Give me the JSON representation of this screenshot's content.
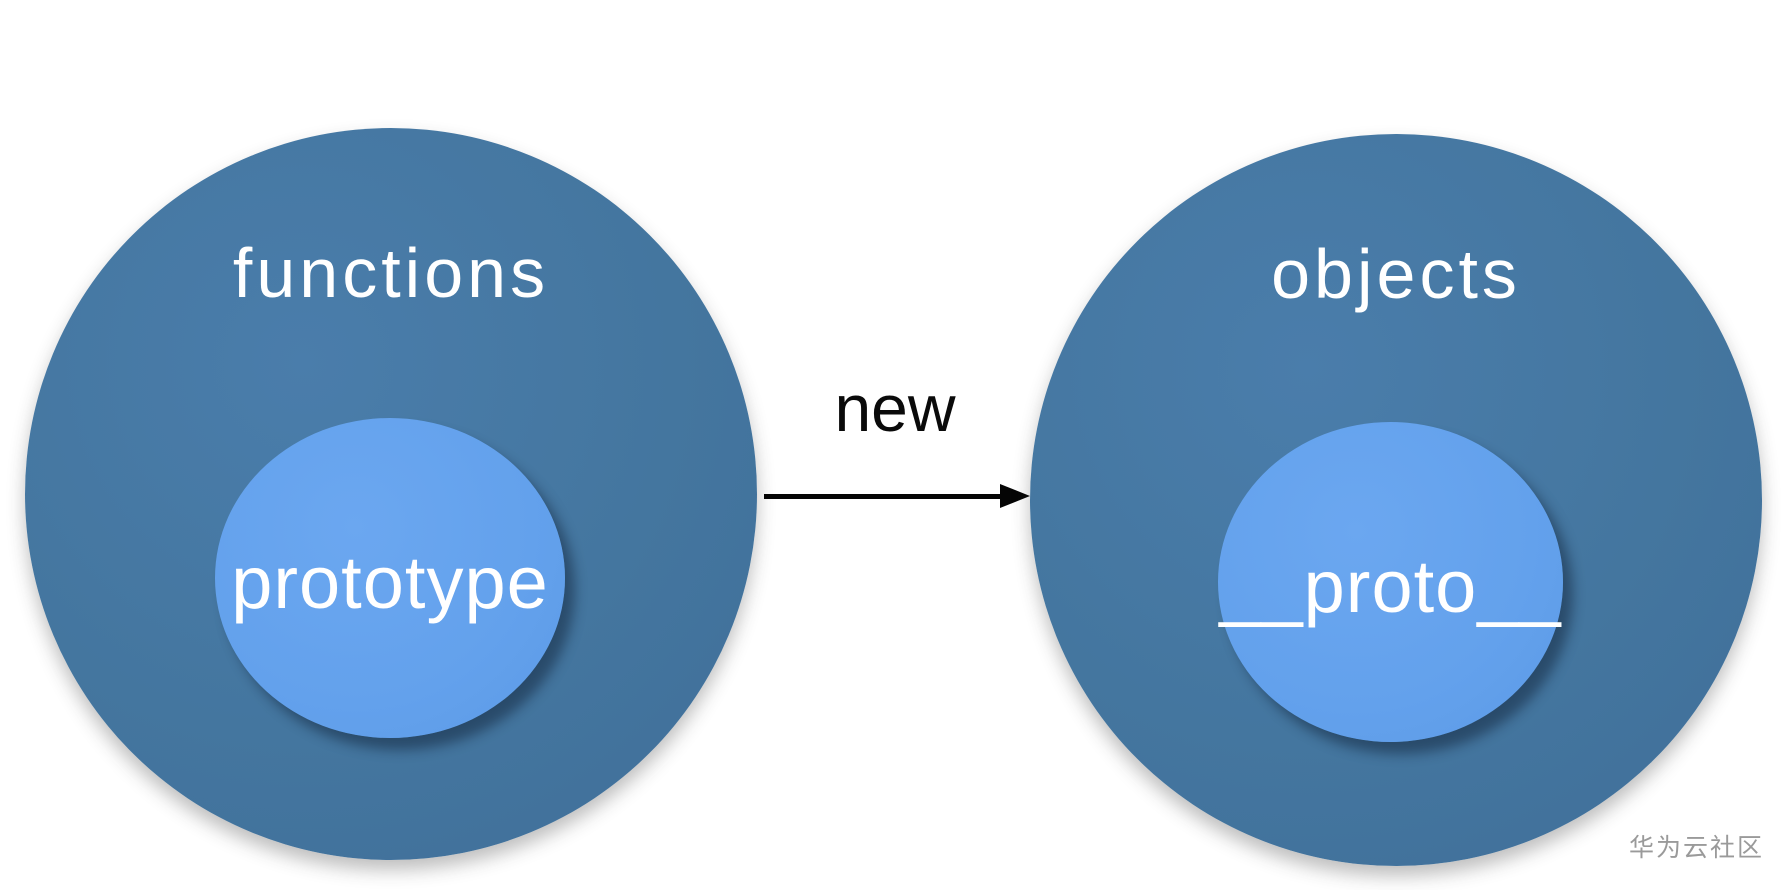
{
  "diagram": {
    "left_group": {
      "outer_label": "functions",
      "inner_label": "prototype"
    },
    "right_group": {
      "outer_label": "objects",
      "inner_label": "__proto__"
    },
    "arrow": {
      "label": "new"
    },
    "watermark": {
      "text": "华为云社区"
    },
    "colors": {
      "outer_circle": "#44769F",
      "inner_circle": "#63A1EC",
      "circle_label_text": "#FFFFFF",
      "arrow": "#050505",
      "arrow_label_text": "#0A0A0A",
      "watermark_text": "#9A9A9A",
      "background": "#FFFFFF"
    }
  }
}
